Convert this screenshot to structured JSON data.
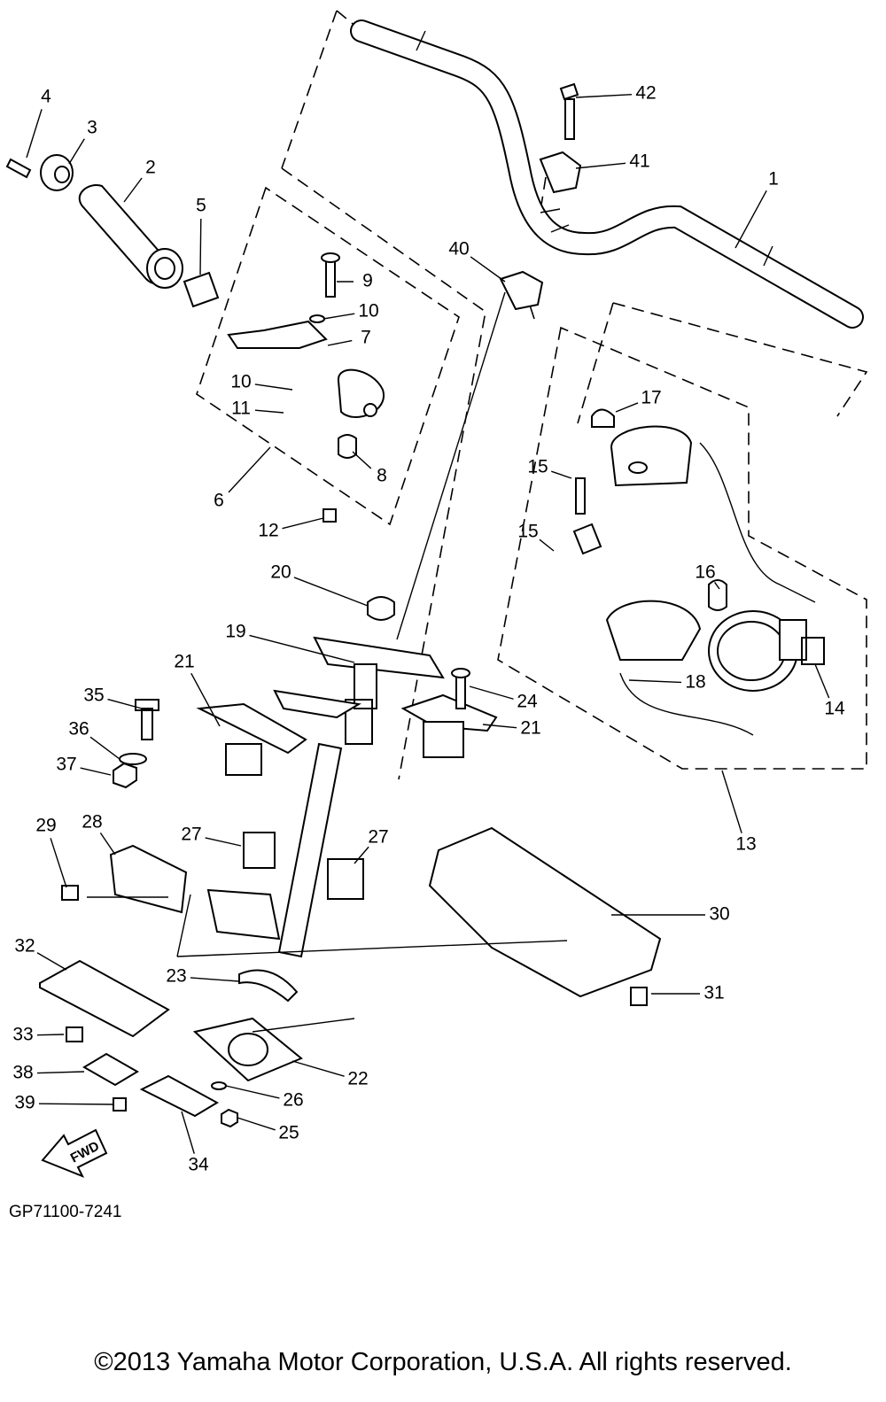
{
  "diagram": {
    "callouts": [
      "4",
      "3",
      "2",
      "5",
      "9",
      "10",
      "7",
      "10",
      "11",
      "8",
      "6",
      "12",
      "42",
      "41",
      "1",
      "40",
      "17",
      "15",
      "15",
      "16",
      "20",
      "19",
      "21",
      "24",
      "21",
      "18",
      "14",
      "35",
      "36",
      "37",
      "13",
      "29",
      "28",
      "27",
      "27",
      "30",
      "32",
      "23",
      "31",
      "33",
      "22",
      "38",
      "39",
      "26",
      "25",
      "34"
    ],
    "fwd_arrow_text": "FWD",
    "drawing_code": "GP71100-7241"
  },
  "footer": {
    "copyright": "©2013 Yamaha Motor Corporation, U.S.A. All rights reserved."
  }
}
